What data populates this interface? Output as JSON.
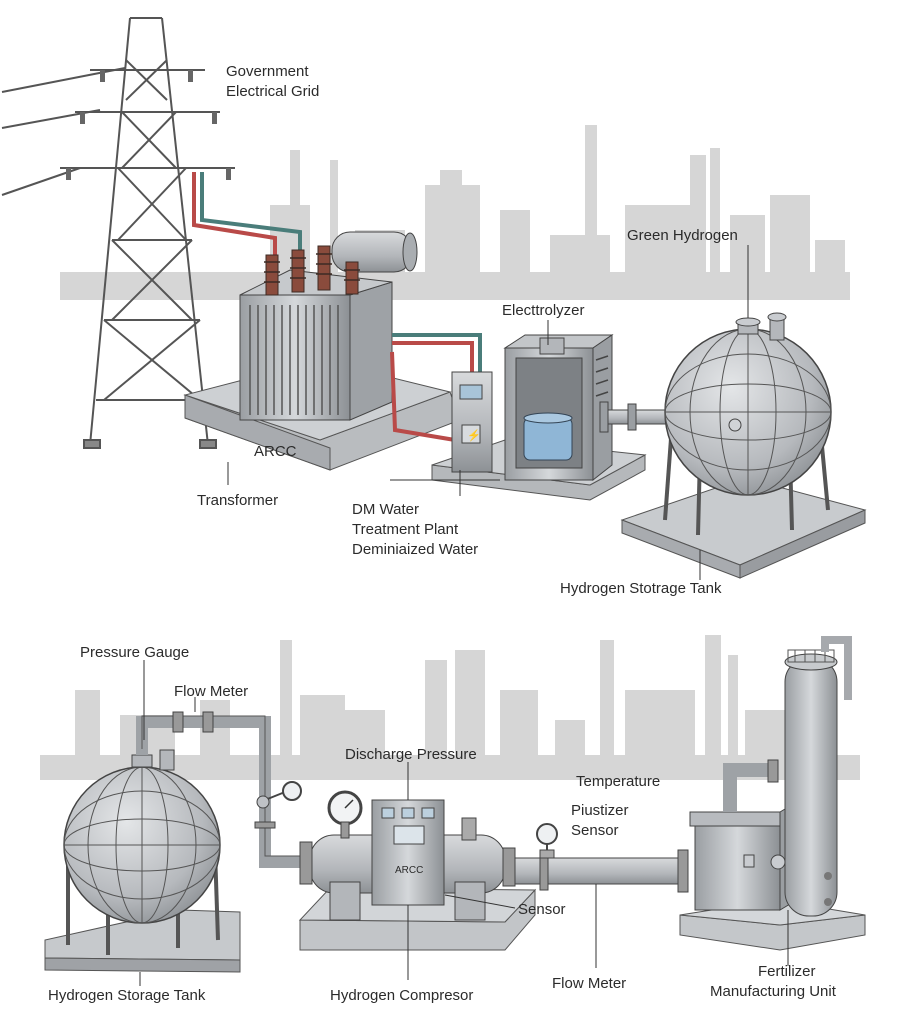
{
  "diagram": {
    "top": {
      "grid": [
        "Government",
        "Electrical Grid"
      ],
      "green_hydrogen": "Green Hydrogen",
      "electrolyzer": "Electtrolyzer",
      "transformer": "Transformer",
      "transformer_base_text": "ARCC",
      "dm_water": [
        "DM Water",
        "Treatment Plant",
        "Deminiaized Water"
      ],
      "storage_tank": "Hydrogen Stotrage Tank"
    },
    "bottom": {
      "pressure_gauge": "Pressure Gauge",
      "flow_meter_top": "Flow Meter",
      "discharge_pressure": "Discharge Pressure",
      "temperature": "Temperature",
      "piustizer": [
        "Piustizer",
        "Sensor"
      ],
      "sensor": "Sensor",
      "compressor_panel_text": "ARCC",
      "storage_tank": "Hydrogen Storage Tank",
      "compressor": "Hydrogen Compresor",
      "flow_meter_bottom": "Flow Meter",
      "fertilizer": [
        "Fertilizer",
        "Manufacturing Unit"
      ]
    }
  }
}
